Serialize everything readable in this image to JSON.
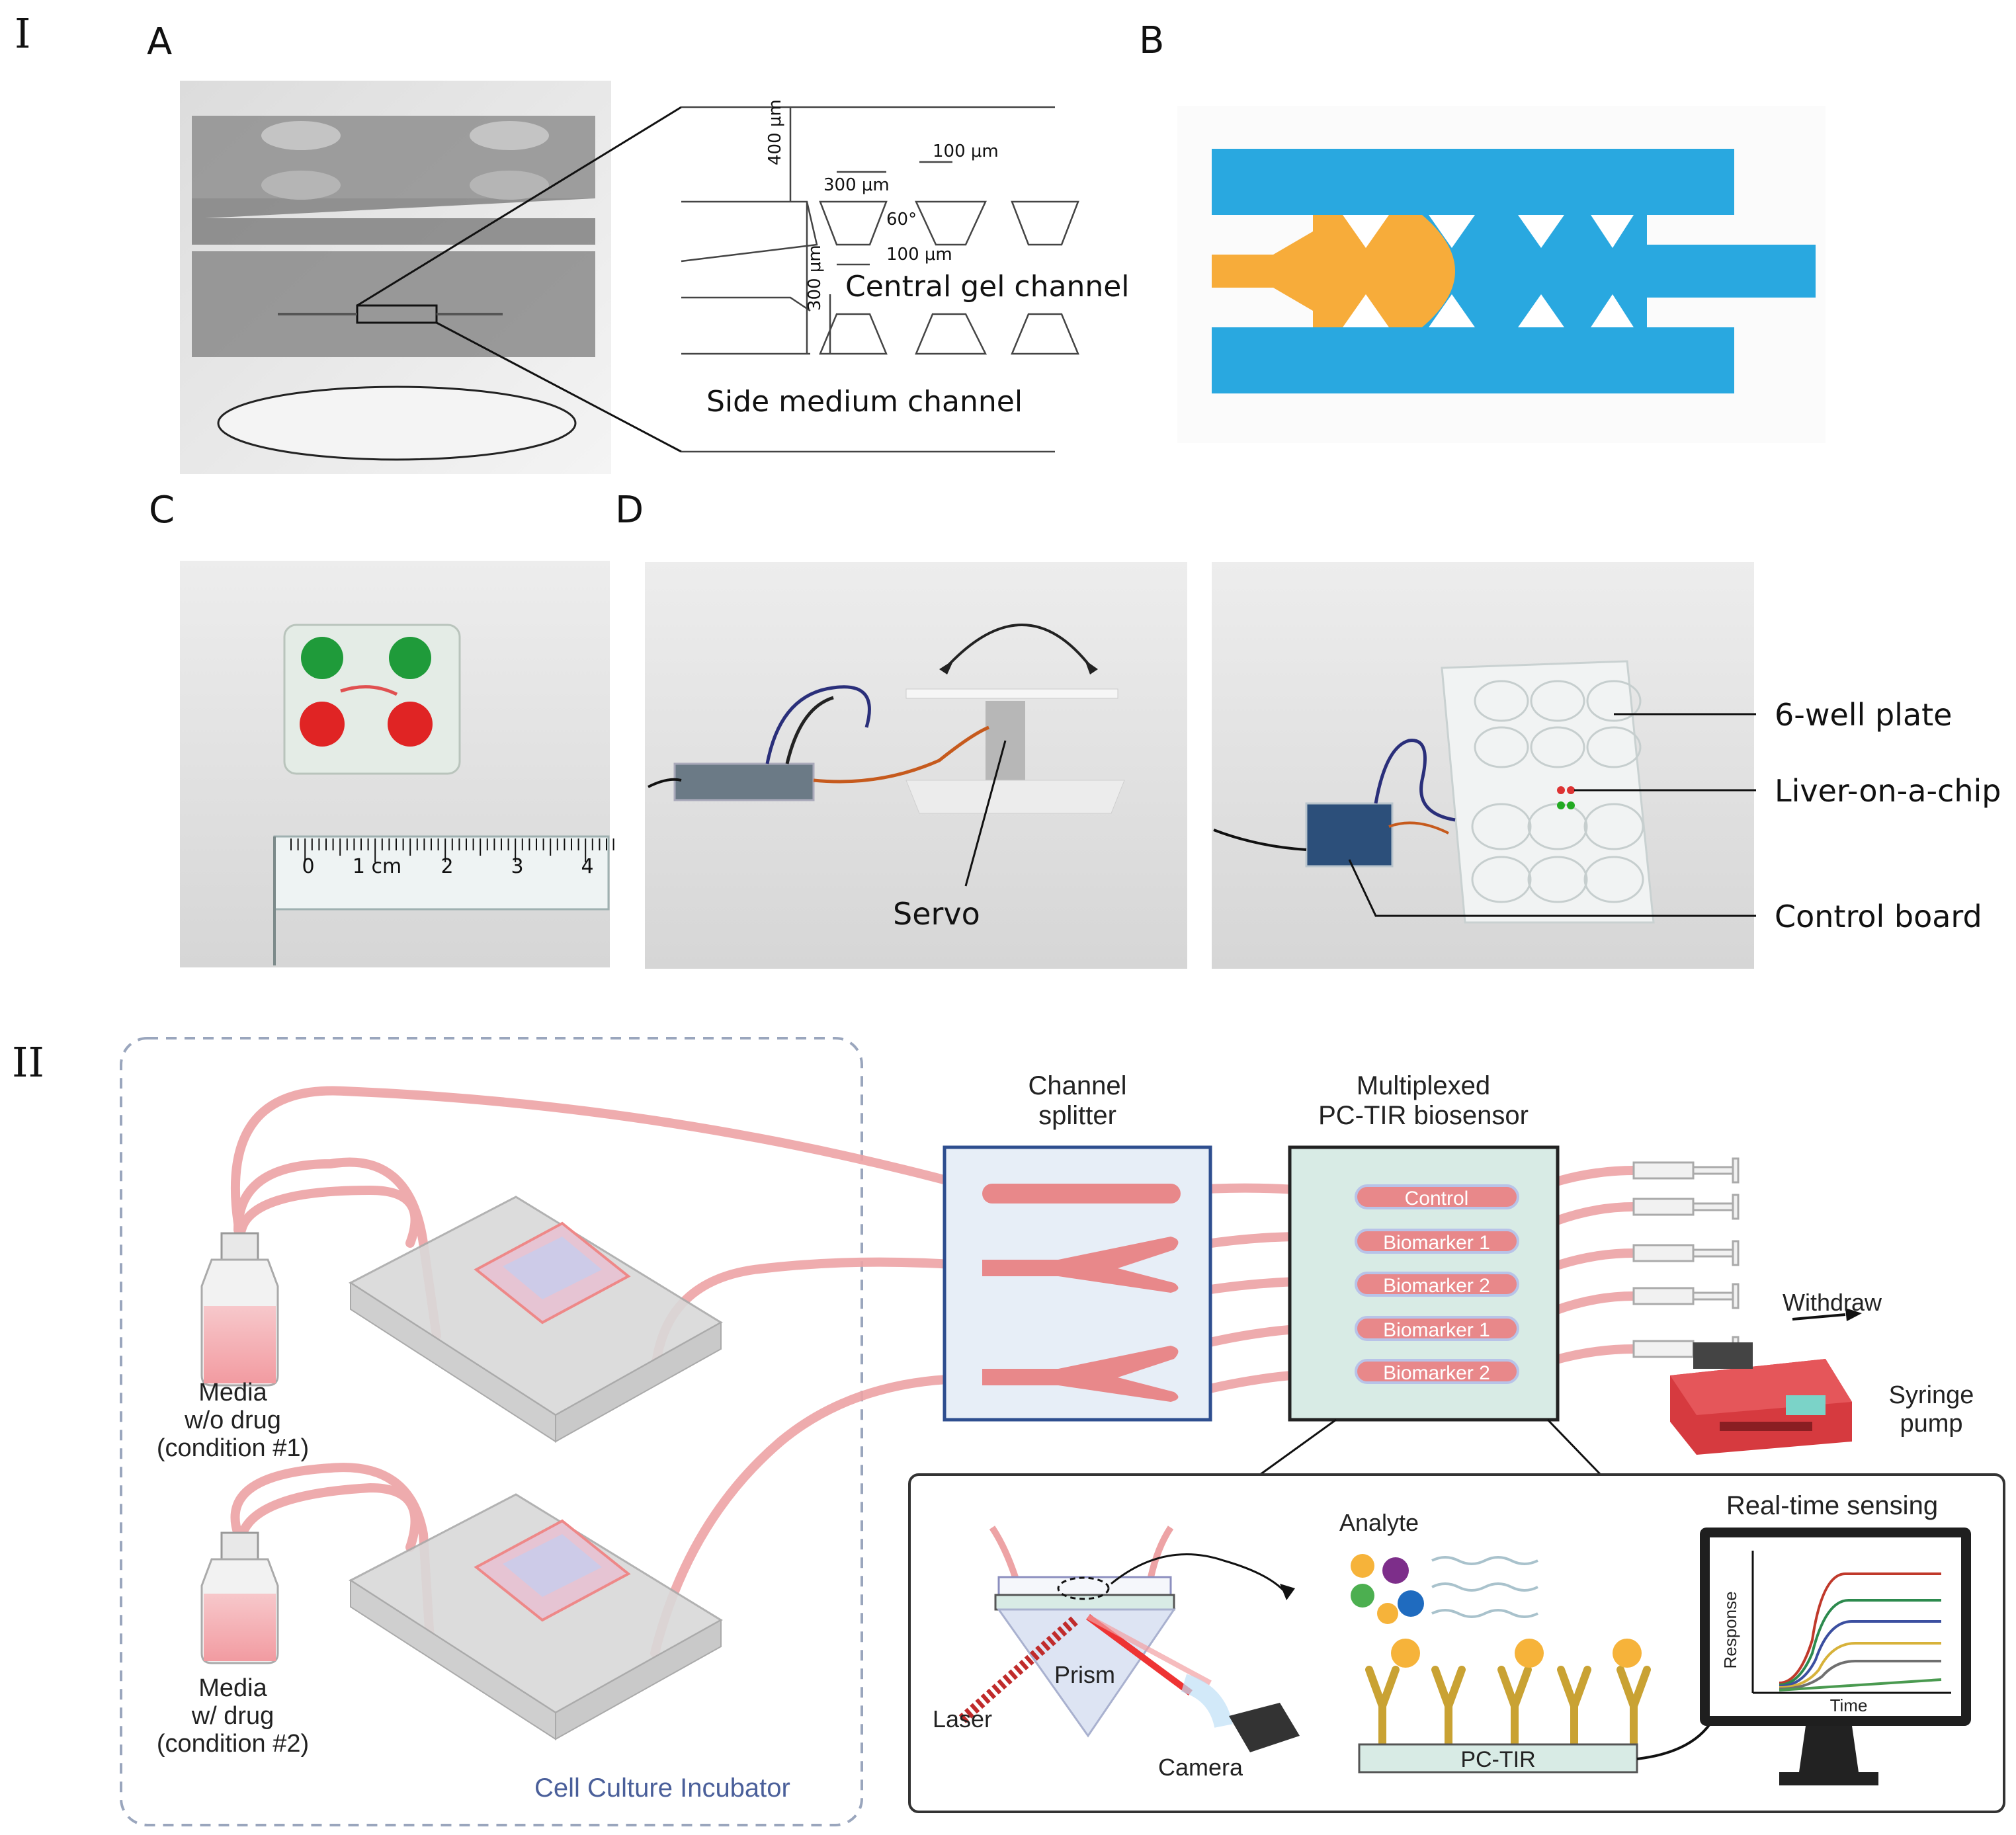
{
  "section_labels": {
    "one": "I",
    "two": "II"
  },
  "panel_letters": {
    "a": "A",
    "b": "B",
    "c": "C",
    "d": "D"
  },
  "panel_a": {
    "dim_400": "400 μm",
    "dim_300_top": "300 μm",
    "dim_100_top": "100 μm",
    "angle": "60°",
    "dim_100_mid": "100 μm",
    "dim_300_side": "300 μm",
    "central_gel": "Central gel channel",
    "side_medium": "Side medium channel"
  },
  "panel_c": {
    "ruler_ticks": [
      "0",
      "1 cm",
      "2",
      "3",
      "4"
    ]
  },
  "panel_d": {
    "servo": "Servo",
    "six_well": "6-well plate",
    "liver_chip": "Liver-on-a-chip",
    "control_board": "Control board"
  },
  "panel_ii": {
    "channel_splitter": [
      "Channel",
      "splitter"
    ],
    "biosensor": [
      "Multiplexed",
      "PC-TIR biosensor"
    ],
    "sensor_rows": [
      "Control",
      "Biomarker 1",
      "Biomarker 2",
      "Biomarker 1",
      "Biomarker 2"
    ],
    "withdraw": "Withdraw",
    "syringe_pump": [
      "Syringe",
      "pump"
    ],
    "media1": [
      "Media",
      "w/o drug",
      "(condition #1)"
    ],
    "media2": [
      "Media",
      "w/ drug",
      "(condition #2)"
    ],
    "incubator": "Cell Culture Incubator",
    "analyte": "Analyte",
    "prism": "Prism",
    "laser": "Laser",
    "camera": "Camera",
    "pctir": "PC-TIR",
    "realtime": "Real-time sensing",
    "response": "Response",
    "time": "Time"
  },
  "colors": {
    "channel_blue": "#29a8e0",
    "gel_orange": "#f7ac3a",
    "tube_pink": "#e8888a",
    "incubator_dash": "#9aa6bd",
    "splitter_border": "#2e4e8f",
    "sensor_bg": "#d8ebe5",
    "pump_red": "#d63a3f"
  }
}
